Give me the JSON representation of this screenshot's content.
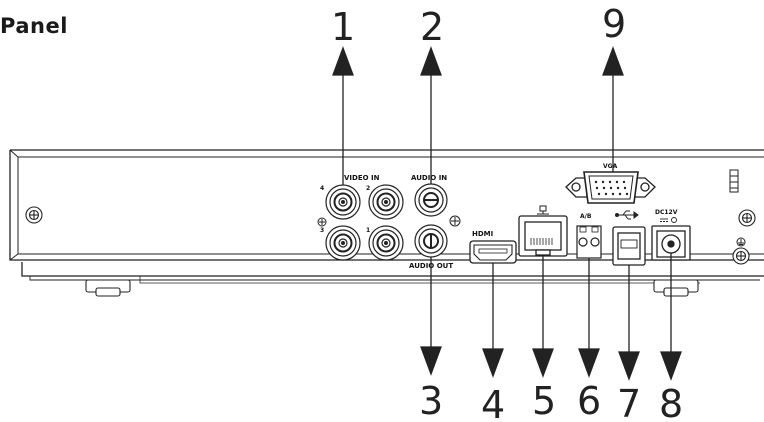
{
  "title": "Panel",
  "callouts": [
    "1",
    "2",
    "3",
    "4",
    "5",
    "6",
    "7",
    "8",
    "9"
  ],
  "port_labels": {
    "video_in": "VIDEO IN",
    "audio_in": "AUDIO IN",
    "audio_out": "AUDIO OUT",
    "hdmi": "HDMI",
    "vga": "VGA",
    "rs485": "A/B",
    "power": "DC12V",
    "bnc_4": "4",
    "bnc_2": "2",
    "bnc_3": "3",
    "bnc_1": "1"
  }
}
